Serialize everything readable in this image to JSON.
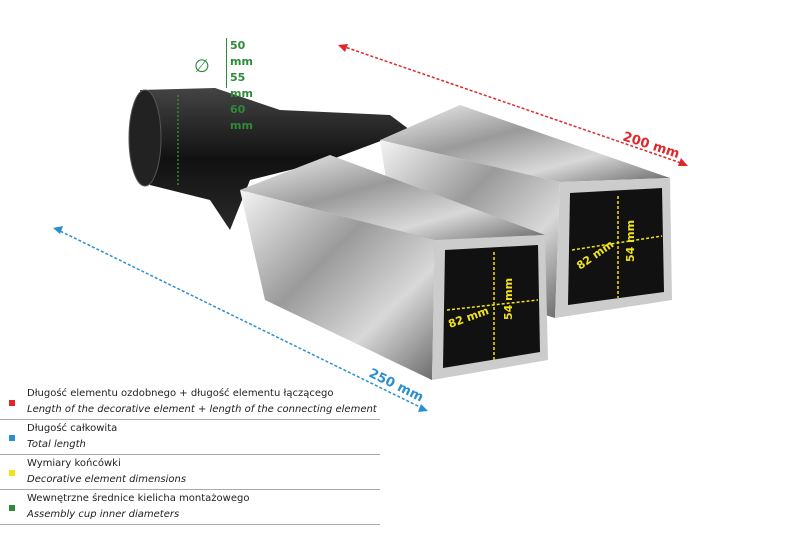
{
  "diameter": {
    "symbol": "∅",
    "values": [
      "50 mm",
      "55 mm",
      "60 mm"
    ]
  },
  "dimensions": {
    "decorative_plus_connecting": "200 mm",
    "total_length": "250 mm",
    "tip_width": "82 mm",
    "tip_height": "54 mm"
  },
  "colors": {
    "red": "#e0262b",
    "blue": "#2a8fd0",
    "yellow": "#f2e21a",
    "green": "#2f8a3a"
  },
  "legend": [
    {
      "pl": "Długość elementu ozdobnego  + długość elementu łączącego",
      "en": "Length of the decorative element + length of the connecting element",
      "color": "#e0262b"
    },
    {
      "pl": "Długość całkowita",
      "en": "Total length",
      "color": "#2a8fd0"
    },
    {
      "pl": "Wymiary końcówki",
      "en": "Decorative element dimensions",
      "color": "#f2e21a"
    },
    {
      "pl": "Wewnętrzne średnice kielicha montażowego",
      "en": "Assembly cup inner diameters",
      "color": "#2f8a3a"
    }
  ]
}
